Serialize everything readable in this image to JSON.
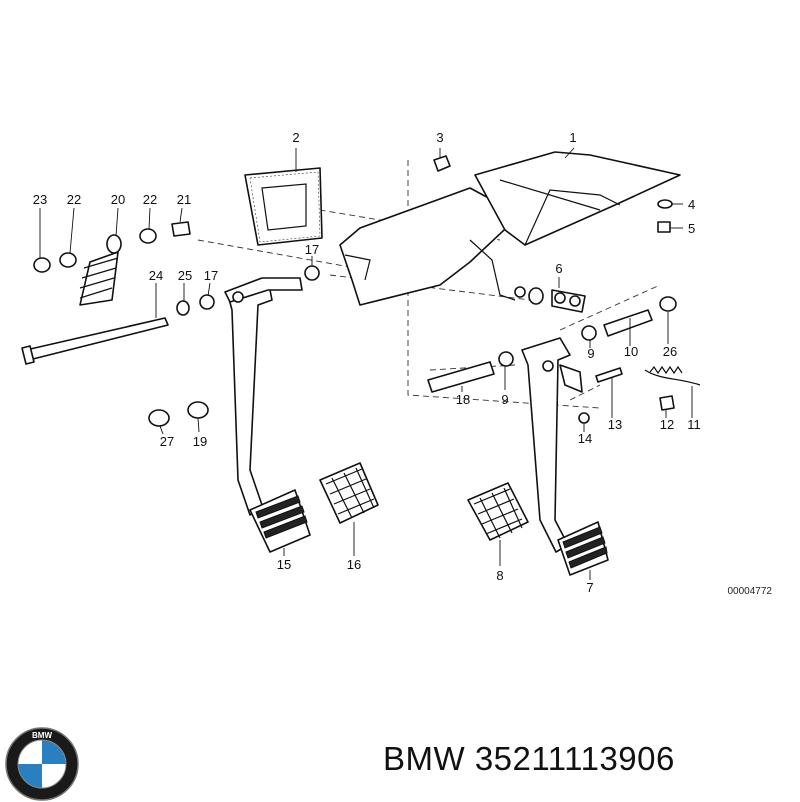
{
  "diagram": {
    "callouts": [
      {
        "id": "c1",
        "text": "1"
      },
      {
        "id": "c2",
        "text": "2"
      },
      {
        "id": "c3",
        "text": "3"
      },
      {
        "id": "c4",
        "text": "4"
      },
      {
        "id": "c5",
        "text": "5"
      },
      {
        "id": "c6",
        "text": "6"
      },
      {
        "id": "c7",
        "text": "7"
      },
      {
        "id": "c8",
        "text": "8"
      },
      {
        "id": "c9a",
        "text": "9"
      },
      {
        "id": "c9b",
        "text": "9"
      },
      {
        "id": "c10",
        "text": "10"
      },
      {
        "id": "c11",
        "text": "11"
      },
      {
        "id": "c12",
        "text": "12"
      },
      {
        "id": "c13",
        "text": "13"
      },
      {
        "id": "c14",
        "text": "14"
      },
      {
        "id": "c15",
        "text": "15"
      },
      {
        "id": "c16",
        "text": "16"
      },
      {
        "id": "c17a",
        "text": "17"
      },
      {
        "id": "c17b",
        "text": "17"
      },
      {
        "id": "c18",
        "text": "18"
      },
      {
        "id": "c19",
        "text": "19"
      },
      {
        "id": "c20",
        "text": "20"
      },
      {
        "id": "c21",
        "text": "21"
      },
      {
        "id": "c22",
        "text": "22"
      },
      {
        "id": "c23",
        "text": "23"
      },
      {
        "id": "c24",
        "text": "24"
      },
      {
        "id": "c25",
        "text": "25"
      },
      {
        "id": "c26",
        "text": "26"
      },
      {
        "id": "c27",
        "text": "27"
      }
    ],
    "reference_code": "00004772"
  },
  "footer": {
    "brand": "BMW",
    "part_number": "35211113906",
    "caption": "BMW 35211113906",
    "logo_letters": "BMW",
    "logo_colors": {
      "blue": "#2a7fc1",
      "ring": "#1a1a1a",
      "white": "#ffffff"
    }
  }
}
